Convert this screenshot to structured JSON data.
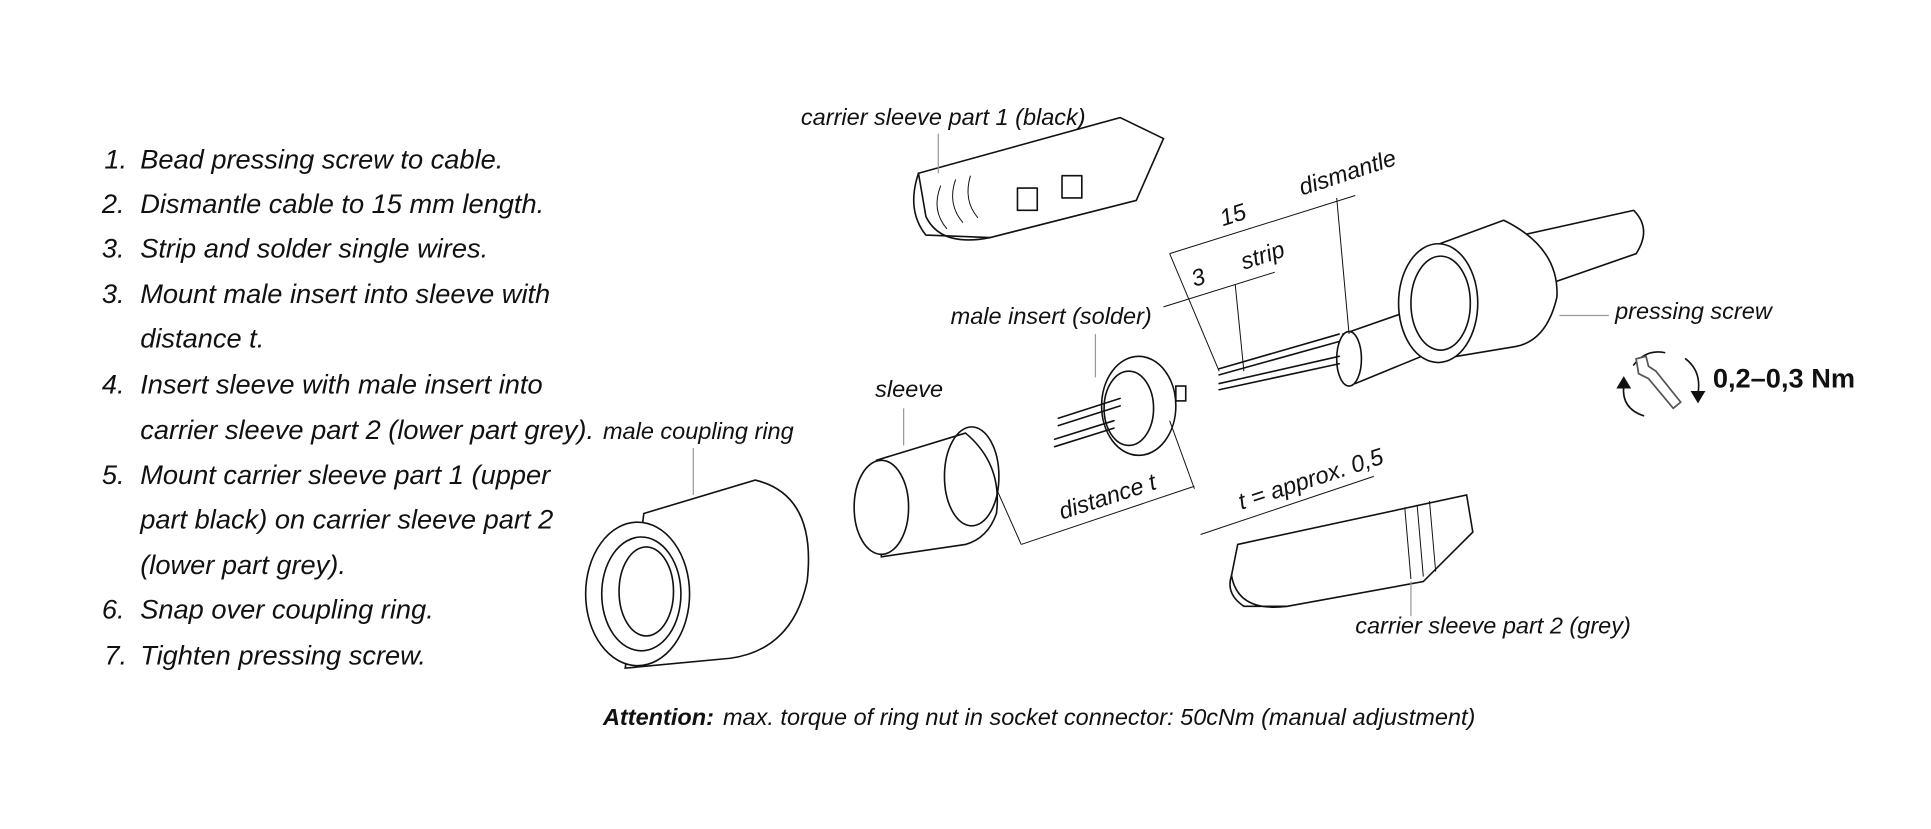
{
  "steps": [
    {
      "num": "1.",
      "lines": [
        "Bead pressing screw to cable."
      ]
    },
    {
      "num": "2.",
      "lines": [
        "Dismantle cable to 15 mm length."
      ]
    },
    {
      "num": "3.",
      "lines": [
        "Strip and solder single wires."
      ]
    },
    {
      "num": "3.",
      "lines": [
        "Mount male insert into sleeve with",
        "distance t."
      ]
    },
    {
      "num": "4.",
      "lines": [
        "Insert sleeve with male insert into",
        "carrier sleeve part 2 (lower part grey)."
      ]
    },
    {
      "num": "5.",
      "lines": [
        "Mount carrier sleeve part 1 (upper",
        "part black) on carrier sleeve part 2",
        "(lower part grey)."
      ]
    },
    {
      "num": "6.",
      "lines": [
        "Snap over coupling ring."
      ]
    },
    {
      "num": "7.",
      "lines": [
        "Tighten pressing screw."
      ]
    }
  ],
  "labels": {
    "carrier_sleeve_1": "carrier sleeve part 1 (black)",
    "dim_15": "15",
    "dismantle": "dismantle",
    "dim_3": "3",
    "strip": "strip",
    "male_insert": "male insert (solder)",
    "pressing_screw": "pressing screw",
    "torque": "0,2–0,3 Nm",
    "sleeve": "sleeve",
    "male_coupling_ring": "male coupling ring",
    "distance_t": "distance t",
    "t_approx": "t = approx. 0,5",
    "carrier_sleeve_2": "carrier sleeve part 2 (grey)"
  },
  "attention": {
    "label": "Attention:",
    "text": "max. torque of ring nut in socket connector: 50cNm (manual adjustment)"
  }
}
